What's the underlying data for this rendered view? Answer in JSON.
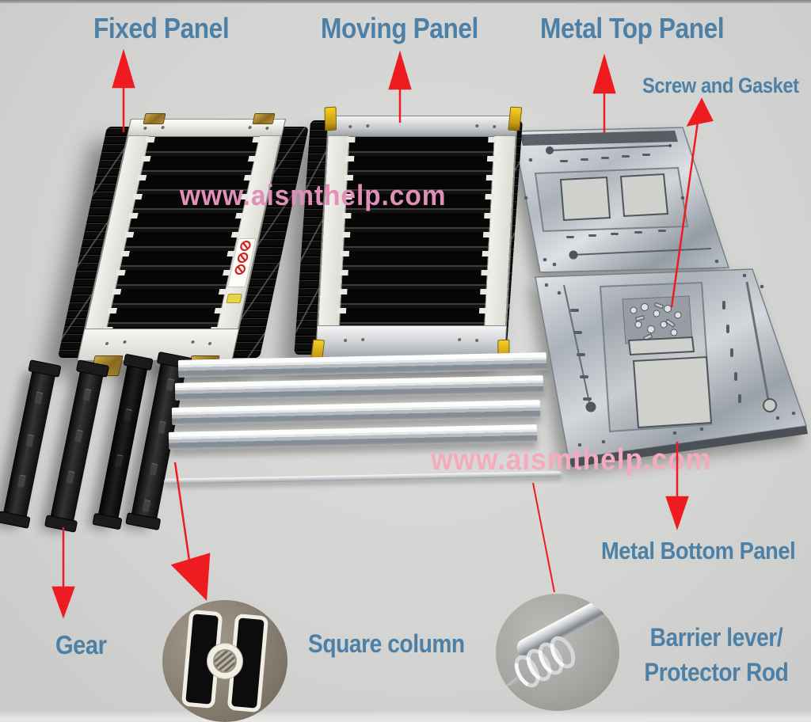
{
  "theme": {
    "background": "#d4d4d2",
    "label_color": "#4d80a7",
    "arrow_color": "#ee1c21",
    "watermark_top_color": "#e18fb9",
    "watermark_bottom_color": "#f6aac0"
  },
  "labels": {
    "fixed_panel": "Fixed Panel",
    "moving_panel": "Moving Panel",
    "metal_top_panel": "Metal Top Panel",
    "screw_and_gasket": "Screw and Gasket",
    "metal_bottom_panel": "Metal Bottom Panel",
    "gear": "Gear",
    "square_column": "Square column",
    "barrier_lever_line1": "Barrier lever/",
    "barrier_lever_line2": "Protector Rod"
  },
  "watermarks": {
    "top_text": "www.aismthelp.com",
    "bottom_text": "www.aismthelp.com"
  }
}
